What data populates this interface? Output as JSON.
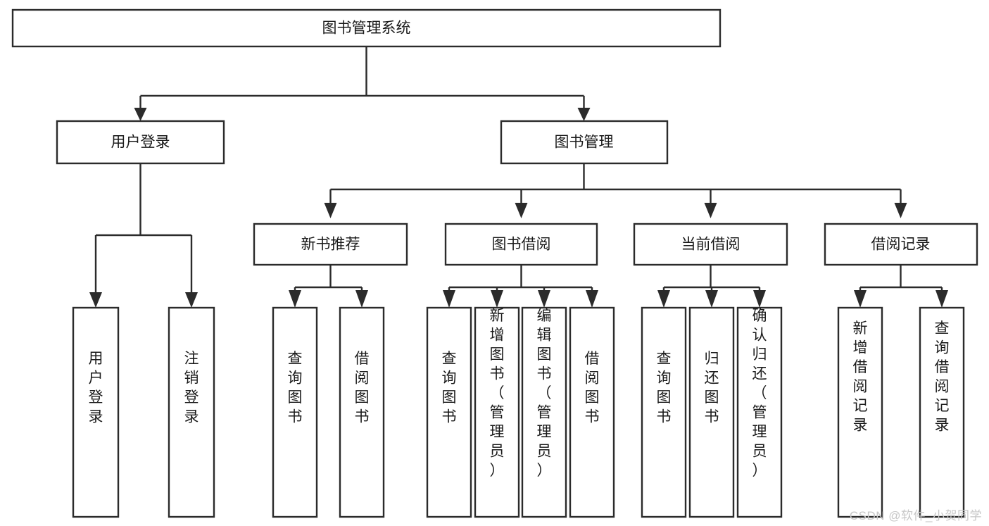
{
  "diagram": {
    "type": "tree",
    "title": "图书管理系统",
    "watermark": "CSDN @软件_小贺同学",
    "colors": {
      "box_stroke": "#2b2b2b",
      "box_fill": "#ffffff",
      "text": "#1a1a1a",
      "canvas": "#ffffff",
      "watermark": "#c7c7c7"
    },
    "levels": {
      "root": {
        "label": "图书管理系统"
      },
      "level1": [
        {
          "label": "用户登录"
        },
        {
          "label": "图书管理"
        }
      ],
      "level2": [
        {
          "label": "新书推荐",
          "parent": "图书管理"
        },
        {
          "label": "图书借阅",
          "parent": "图书管理"
        },
        {
          "label": "当前借阅",
          "parent": "图书管理"
        },
        {
          "label": "借阅记录",
          "parent": "图书管理"
        }
      ],
      "leaves": {
        "用户登录": [
          {
            "label": "用户登录"
          },
          {
            "label": "注销登录"
          }
        ],
        "新书推荐": [
          {
            "label": "查询图书"
          },
          {
            "label": "借阅图书"
          }
        ],
        "图书借阅": [
          {
            "label": "查询图书"
          },
          {
            "label": "新增图书（管理员）"
          },
          {
            "label": "编辑图书（管理员）"
          },
          {
            "label": "借阅图书"
          }
        ],
        "当前借阅": [
          {
            "label": "查询图书"
          },
          {
            "label": "归还图书"
          },
          {
            "label": "确认归还（管理员）"
          }
        ],
        "借阅记录": [
          {
            "label": "新增借阅记录"
          },
          {
            "label": "查询借阅记录"
          }
        ]
      }
    }
  }
}
